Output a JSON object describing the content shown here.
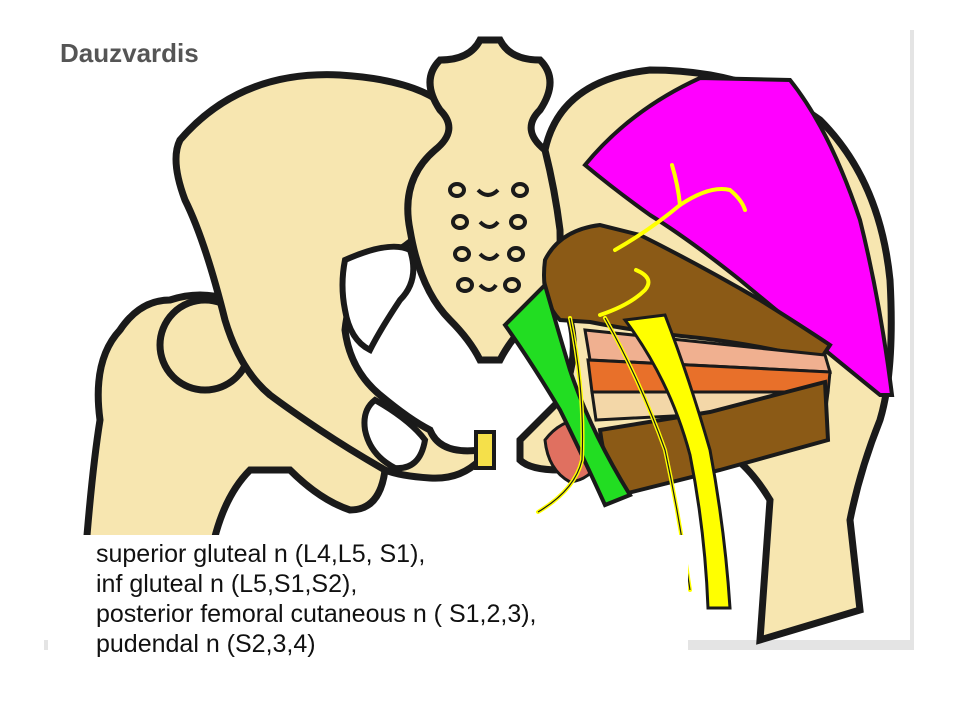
{
  "figure": {
    "title": "Dauzvardis"
  },
  "caption": {
    "lines": [
      "superior gluteal n (L4,L5, S1),",
      "inf gluteal n (L5,S1,S2),",
      "posterior femoral cutaneous n ( S1,2,3),",
      "pudendal n (S2,3,4)"
    ]
  },
  "colors": {
    "bone": "#F7E6B0",
    "outline": "#1a1a1a",
    "gluteus_medius": "#FF00FF",
    "gluteus_maximus_brown": "#8B5A16",
    "piriformis_green": "#22DD22",
    "nerve_yellow": "#FFFF00",
    "rotator_orange": "#E8702A",
    "rotator_salmon": "#F0B090",
    "rotator_pink": "#E07060"
  }
}
